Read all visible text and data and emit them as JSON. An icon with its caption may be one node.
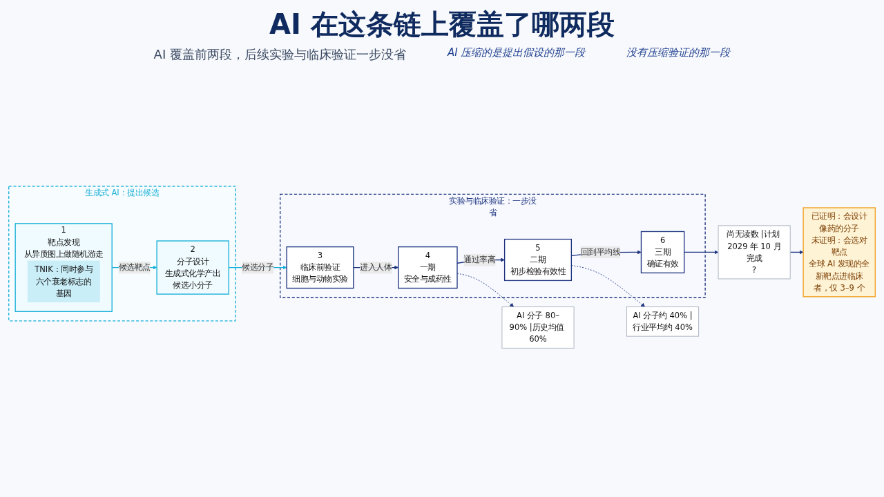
{
  "diagram": {
    "title": "AI 在这条链上覆盖了哪两段",
    "nodes": [
      {
        "text": [
          "生成式 AI：提出候选"
        ]
      },
      {
        "text": [
          "1",
          "靶点发现",
          "从异质图上做随机游走"
        ],
        "in": 0
      },
      {
        "text": [
          "TNIK：同时参与六个衰老标志的基因"
        ],
        "in": 1
      },
      {
        "text": [
          "2",
          "分子设计",
          "生成式化学产出候选小分子"
        ],
        "in": 0
      },
      {
        "text": [
          "实验与临床验证：一步没省"
        ]
      },
      {
        "text": [
          "3",
          "临床前验证",
          "细胞与动物实验"
        ],
        "in": 4
      },
      {
        "text": [
          "4",
          "一期",
          "安全与成药性"
        ],
        "in": 4
      },
      {
        "text": [
          "5",
          "二期",
          "初步检验有效性"
        ],
        "in": 4
      },
      {
        "text": [
          "6",
          "三期",
          "确证有效"
        ],
        "in": 4
      },
      {
        "text": [
          "AI 分子 80–90% |历史均值 60%"
        ]
      },
      {
        "text": [
          "AI 分子约 40% |行业平均约 40%"
        ]
      },
      {
        "text": [
          "尚无读数 |计划 2029 年 10 月完成",
          "?"
        ]
      },
      {
        "text": [
          "已证明：会设计像药的分子",
          "未证明：会选对靶点",
          "全球 AI 发现的全新靶点进临床者，仅 3–9 个"
        ]
      }
    ],
    "edges": [
      {
        "from": 1,
        "to": 3,
        "arrow": "to",
        "label": "候选靶点",
        "color": "#1ab0d8"
      },
      {
        "from": 3,
        "to": 5,
        "arrow": "to",
        "label": "候选分子",
        "color": "#1ab0d8"
      },
      {
        "from": 5,
        "to": 6,
        "arrow": "to",
        "label": "进入人体"
      },
      {
        "from": 6,
        "to": 7,
        "arrow": "to",
        "label": "通过率高"
      },
      {
        "from": 7,
        "to": 8,
        "arrow": "to",
        "label": "回到平均线"
      },
      {
        "from": 6,
        "to": 9,
        "arrow": "to",
        "style": "dashed"
      },
      {
        "from": 7,
        "to": 10,
        "arrow": "to",
        "style": "dashed"
      },
      {
        "from": 8,
        "to": 11,
        "arrow": "to"
      },
      {
        "from": 11,
        "to": 12,
        "arrow": "to"
      }
    ],
    "labels": [
      "AI 覆盖前两段，后续实验与临床验证一步没省",
      "AI 压缩的是提出假设的那一段",
      "没有压缩验证的那一段"
    ]
  }
}
